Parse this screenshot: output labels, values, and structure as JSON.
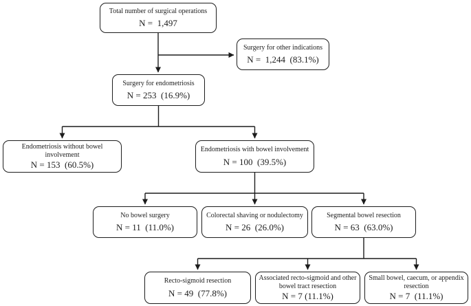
{
  "figure": {
    "background_color": "#ffffff",
    "line_color": "#1c1c1c",
    "text_color": "#1c1c1c"
  },
  "flowchart": {
    "type": "flowchart",
    "nodes": {
      "total": {
        "label": "Total number of surgical operations",
        "value": "N =  1,497"
      },
      "other": {
        "label": "Surgery for other indications",
        "value": "N =  1,244  (83.1%)"
      },
      "endo": {
        "label": "Surgery for endometriosis",
        "value": "N = 253  (16.9%)"
      },
      "without": {
        "label": "Endometriosis without bowel involvement",
        "value": "N = 153  (60.5%)"
      },
      "with": {
        "label": "Endometriosis with bowel involvement",
        "value": "N = 100  (39.5%)"
      },
      "nobowel": {
        "label": "No bowel surgery",
        "value": "N = 11  (11.0%)"
      },
      "shaving": {
        "label": "Colorectal shaving or nodulectomy",
        "value": "N = 26  (26.0%)"
      },
      "segmental": {
        "label": "Segmental bowel resection",
        "value": "N = 63  (63.0%)"
      },
      "recto": {
        "label": "Recto-sigmoid resection",
        "value": "N = 49  (77.8%)"
      },
      "associated": {
        "label": "Associated recto-sigmoid and other bowel tract resection",
        "value": "N = 7 (11.1%)"
      },
      "small": {
        "label": "Small bowel, caecum, or appendix resection",
        "value": "N = 7  (11.1%)"
      }
    },
    "edges": [
      {
        "from": "total",
        "to": "endo"
      },
      {
        "from": "total",
        "to": "other"
      },
      {
        "from": "endo",
        "to": "without"
      },
      {
        "from": "endo",
        "to": "with"
      },
      {
        "from": "with",
        "to": "nobowel"
      },
      {
        "from": "with",
        "to": "shaving"
      },
      {
        "from": "with",
        "to": "segmental"
      },
      {
        "from": "segmental",
        "to": "recto"
      },
      {
        "from": "segmental",
        "to": "associated"
      },
      {
        "from": "segmental",
        "to": "small"
      }
    ]
  }
}
